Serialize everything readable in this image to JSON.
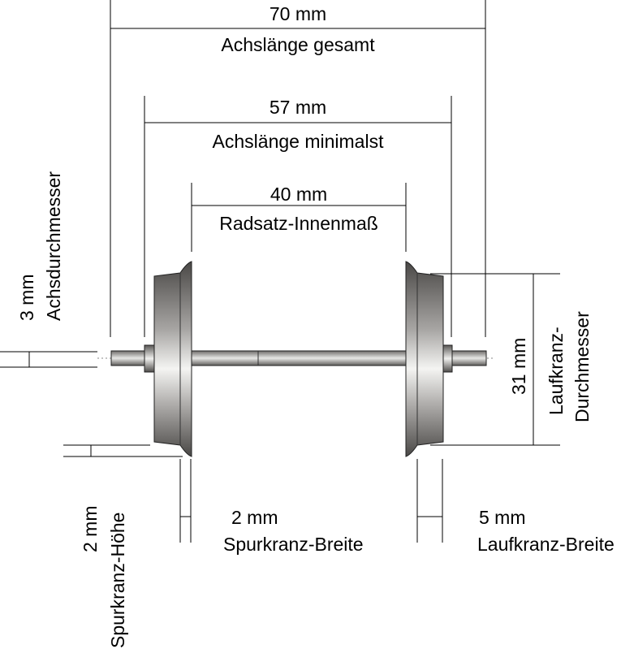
{
  "dimensions": {
    "total_length": {
      "value": "70 mm",
      "label": "Achslänge gesamt"
    },
    "min_length": {
      "value": "57 mm",
      "label": "Achslänge minimalst"
    },
    "inner": {
      "value": "40 mm",
      "label": "Radsatz-Innenmaß"
    },
    "axle_diameter": {
      "value": "3 mm",
      "label": "Achsdurchmesser"
    },
    "tread_diameter": {
      "value": "31 mm",
      "label_line1": "Laufkranz-",
      "label_line2": "Durchmesser"
    },
    "flange_height": {
      "value": "2 mm",
      "label": "Spurkranz-Höhe"
    },
    "flange_width": {
      "value": "2 mm",
      "label": "Spurkranz-Breite"
    },
    "tread_width": {
      "value": "5 mm",
      "label": "Laufkranz-Breite"
    }
  },
  "colors": {
    "line": "#000000",
    "wheel_dark": "#5a5856",
    "wheel_light": "#f2f2f0",
    "axle": "#8a8886"
  }
}
